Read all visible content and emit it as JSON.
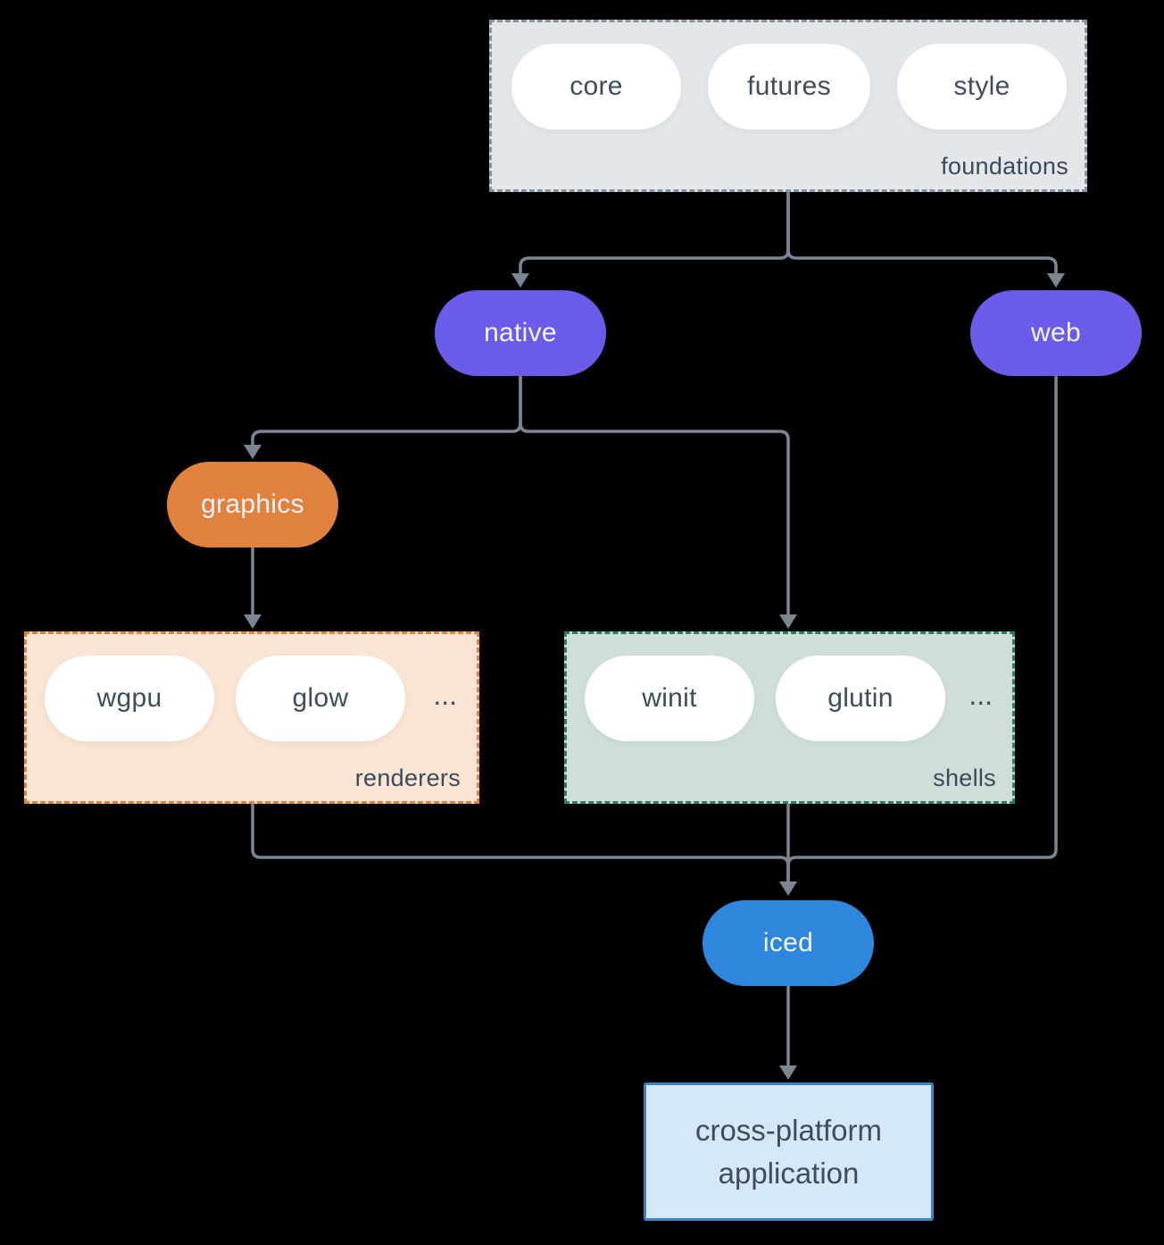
{
  "colors": {
    "background": "#000000",
    "arrow": "#7a8793",
    "native_web_pill": "#6a5ce8",
    "graphics_pill": "#e0813d",
    "iced_pill": "#2e87dd",
    "foundations_bg": "#e3e7ea",
    "foundations_border": "#8394a4",
    "renderers_bg": "#fae4d3",
    "renderers_border": "#e0823e",
    "shells_bg": "#cfdfd8",
    "shells_border": "#2e7c6c",
    "application_bg": "#d5e8f8",
    "application_border": "#3b81c3",
    "dark_text": "#3c4d5d",
    "light_text": "#ffffff"
  },
  "groups": {
    "foundations": {
      "label": "foundations",
      "items": [
        "core",
        "futures",
        "style"
      ]
    },
    "renderers": {
      "label": "renderers",
      "items": [
        "wgpu",
        "glow",
        "..."
      ]
    },
    "shells": {
      "label": "shells",
      "items": [
        "winit",
        "glutin",
        "..."
      ]
    }
  },
  "nodes": {
    "native": "native",
    "web": "web",
    "graphics": "graphics",
    "iced": "iced",
    "application": "cross-platform application"
  }
}
